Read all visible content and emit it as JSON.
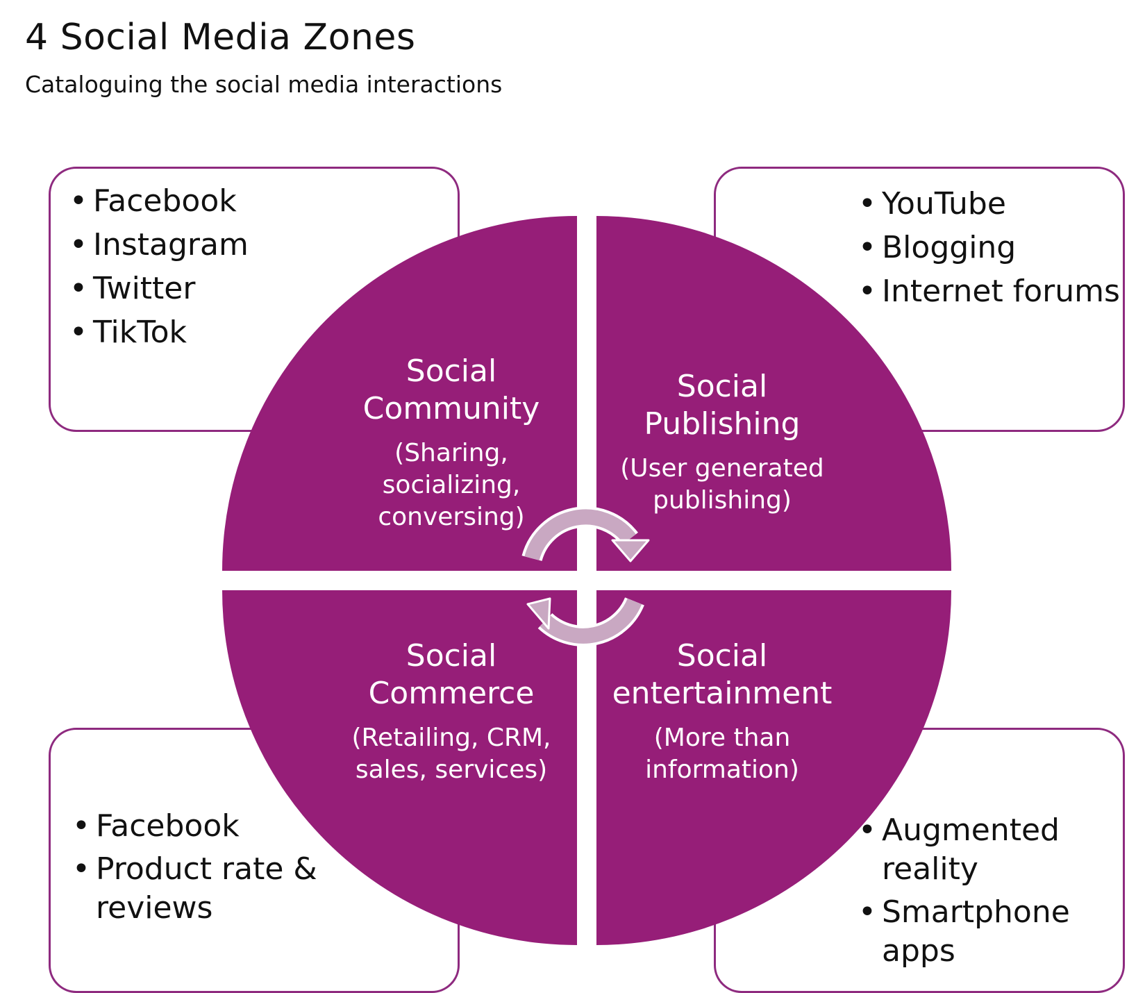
{
  "header": {
    "title": "4 Social Media Zones",
    "subtitle": "Cataloguing the social media interactions"
  },
  "colors": {
    "accent": "#961e78",
    "box_border": "#8e2a7f",
    "arrow_fill": "#c9a8c2"
  },
  "quadrants": {
    "top_left": {
      "title_1": "Social",
      "title_2": "Community",
      "sub_1": "(Sharing,",
      "sub_2": "socializing,",
      "sub_3": "conversing)"
    },
    "top_right": {
      "title_1": "Social",
      "title_2": "Publishing",
      "sub_1": "(User generated",
      "sub_2": "publishing)"
    },
    "bottom_left": {
      "title_1": "Social",
      "title_2": "Commerce",
      "sub_1": "(Retailing, CRM,",
      "sub_2": "sales, services)"
    },
    "bottom_right": {
      "title_1": "Social",
      "title_2": "entertainment",
      "sub_1": "(More than",
      "sub_2": "information)"
    }
  },
  "lists": {
    "top_left": [
      "Facebook",
      "Instagram",
      "Twitter",
      "TikTok"
    ],
    "top_right": [
      "YouTube",
      "Blogging",
      "Internet forums"
    ],
    "bottom_left": [
      "Facebook",
      "Product rate &",
      "reviews"
    ],
    "bottom_right": [
      "Augmented",
      "reality",
      "Smartphone",
      "apps"
    ]
  }
}
